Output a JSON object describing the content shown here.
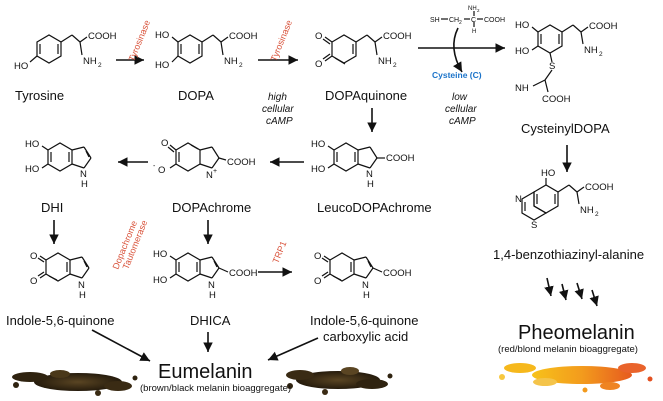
{
  "compounds": {
    "tyrosine": "Tyrosine",
    "dopa": "DOPA",
    "dopaquinone": "DOPAquinone",
    "cysteinyldopa": "CysteinylDOPA",
    "leucodopachrome": "LeucoDOPAchrome",
    "dopachrome": "DOPAchrome",
    "dhi": "DHI",
    "benzothiazinyl": "1,4-benzothiazinyl-alanine",
    "indole_quinone": "Indole-5,6-quinone",
    "dhica": "DHICA",
    "indole_quinone_acid_1": "Indole-5,6-quinone",
    "indole_quinone_acid_2": "carboxylic acid"
  },
  "enzymes": {
    "tyrosinase_1": "Tyrosinase",
    "tyrosinase_2": "Tyrosinase",
    "dopachrome_1": "Dopachrome",
    "dopachrome_2": "Tautomerase",
    "trp1": "TRP1",
    "cysteine": "Cysteine (C)"
  },
  "conditions": {
    "high_1": "high",
    "high_2": "cellular",
    "high_3": "cAMP",
    "low_1": "low",
    "low_2": "cellular",
    "low_3": "cAMP"
  },
  "products": {
    "eumelanin": "Eumelanin",
    "eumelanin_sub": "(brown/black melanin bioaggregate)",
    "pheomelanin": "Pheomelanin",
    "pheomelanin_sub": "(red/blond melanin bioaggregate)"
  },
  "atoms": {
    "cooh": "COOH",
    "nh2": "NH",
    "sub2": "2",
    "ho": "HO",
    "o": "O",
    "n": "N",
    "h": "H",
    "s": "S",
    "sh": "SH",
    "ch2": "CH",
    "c": "C",
    "o_minus": "O",
    "minus": "-",
    "n_plus": "N",
    "plus": "+"
  },
  "colors": {
    "enzyme": "#d9533b",
    "cysteine": "#1a73c9",
    "eumelanin_blot": "#3b2a14",
    "pheomelanin_blot": "#f29a1d"
  }
}
